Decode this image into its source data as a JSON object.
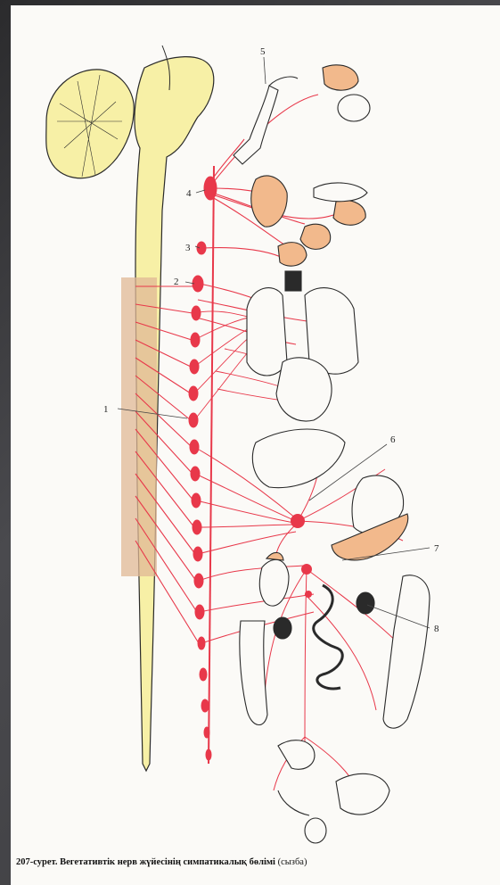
{
  "caption": {
    "bold": "207-сурет. Вегетативтік нерв жүйесінің симпатикалық бөлімі",
    "normal": "(сызба)"
  },
  "labels": [
    "1",
    "2",
    "3",
    "4",
    "5",
    "6",
    "7",
    "8"
  ],
  "colors": {
    "nerve": "#e8384a",
    "spinal_cord": "#f7f0a6",
    "organ_fill": "#f2b98c",
    "outline": "#2a2a2a",
    "background": "#fbfaf7"
  }
}
